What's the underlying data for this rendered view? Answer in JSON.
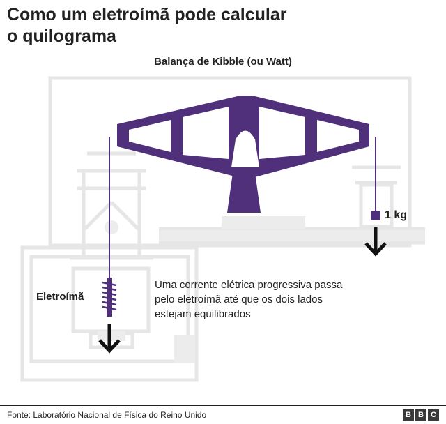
{
  "header": {
    "title_line1": "Como um eletroímã pode calcular",
    "title_line2": "o quilograma",
    "subtitle": "Balança de Kibble (ou Watt)"
  },
  "labels": {
    "electromagnet": "Eletroímã",
    "mass": "1 kg",
    "caption_line1": "Uma corrente elétrica progressiva passa",
    "caption_line2": "pelo eletroímã até que os dois lados",
    "caption_line3": "estejam equilibrados"
  },
  "footer": {
    "source": "Fonte: Laboratório Nacional de Física do Reino Unido",
    "logo": [
      "B",
      "B",
      "C"
    ]
  },
  "colors": {
    "beam": "#50307a",
    "structure": "#e9e9e9",
    "arrow": "#111111"
  }
}
